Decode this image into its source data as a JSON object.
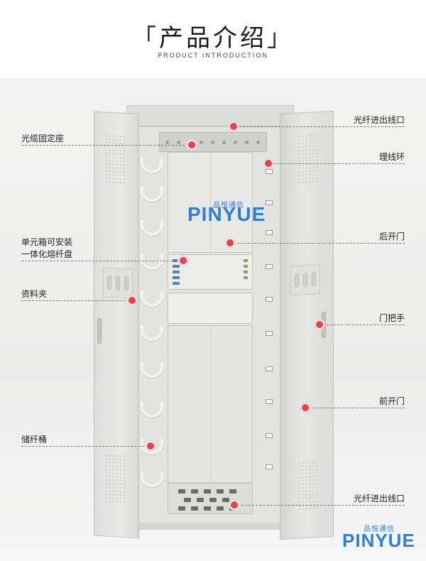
{
  "header": {
    "title": "产品介绍",
    "bracket_open": "「",
    "bracket_close": "」",
    "subtitle": "PRODUCT  INTRODUCTION"
  },
  "labels": {
    "fiber_entry_top": "光纤进出线口",
    "cable_fixing": "光缆固定座",
    "cable_ring": "理线环",
    "rear_door": "后开门",
    "unit_box_line1": "单元箱可安装",
    "unit_box_line2": "一体化熔纤盘",
    "data_clip": "资料夹",
    "door_handle": "门把手",
    "front_door": "前开门",
    "fiber_storage": "储纤桶",
    "fiber_entry_bottom": "光纤进出线口"
  },
  "logo": {
    "wordmark": "PINYUE",
    "chinese": "品悦通信"
  },
  "colors": {
    "marker": "#e4434d",
    "logo_blue": "#2f7fd6",
    "guide_line": "#7a7a7a"
  }
}
